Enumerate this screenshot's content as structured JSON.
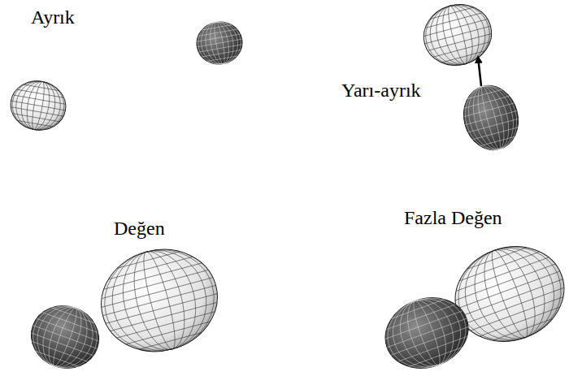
{
  "diagram": {
    "labels": [
      "Ayrık",
      "Yarı-ayrık",
      "Değen",
      "Fazla Değen"
    ]
  }
}
